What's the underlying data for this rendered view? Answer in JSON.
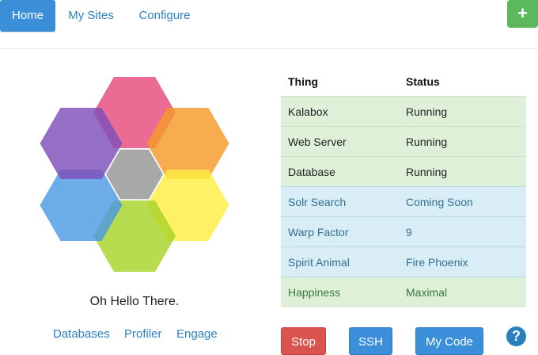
{
  "nav": {
    "tabs": [
      {
        "label": "Home",
        "active": true
      },
      {
        "label": "My Sites",
        "active": false
      },
      {
        "label": "Configure",
        "active": false
      }
    ],
    "add_label": "+"
  },
  "hero": {
    "caption": "Oh Hello There.",
    "hex_colors": [
      "#e84a7a",
      "#f59a2a",
      "#ffee44",
      "#a8d42a",
      "#4b9ae4",
      "#7e4fb8",
      "#9e9e9e"
    ]
  },
  "links": [
    "Databases",
    "Profiler",
    "Engage"
  ],
  "table": {
    "headers": [
      "Thing",
      "Status"
    ],
    "rows": [
      {
        "thing": "Kalabox",
        "status": "Running"
      },
      {
        "thing": "Web Server",
        "status": "Running"
      },
      {
        "thing": "Database",
        "status": "Running"
      },
      {
        "thing": "Solr Search",
        "status": "Coming Soon"
      },
      {
        "thing": "Warp Factor",
        "status": "9"
      },
      {
        "thing": "Spirit Animal",
        "status": "Fire Phoenix"
      },
      {
        "thing": "Happiness",
        "status": "Maximal"
      }
    ]
  },
  "buttons": {
    "stop": "Stop",
    "ssh": "SSH",
    "code": "My Code",
    "help": "?"
  },
  "colors": {
    "primary": "#3b8fd9",
    "success": "#5cb85c",
    "danger": "#d9534f",
    "link": "#2a7fbf"
  }
}
